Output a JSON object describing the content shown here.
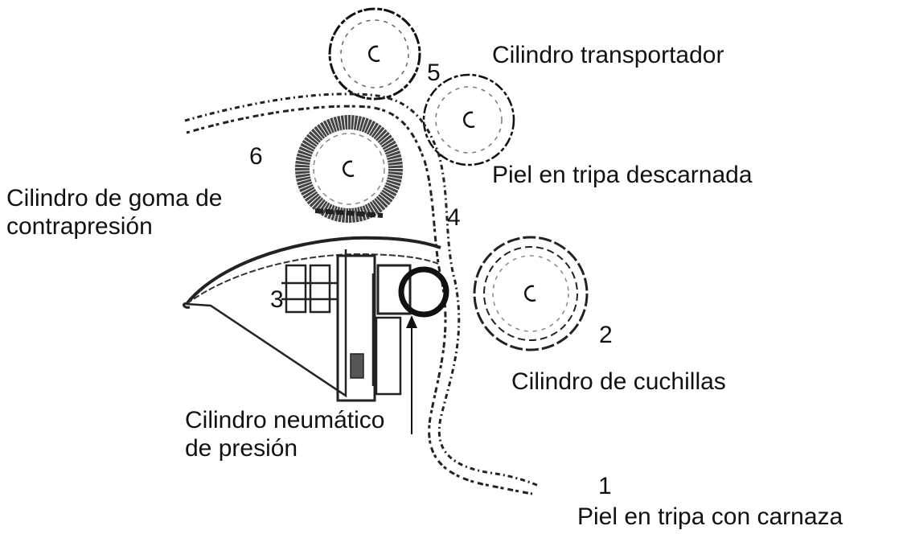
{
  "labels": {
    "cilindro_transportador": "Cilindro transportador",
    "piel_descarnada": "Piel en tripa descarnada",
    "cilindro_goma_line1": "Cilindro de goma de",
    "cilindro_goma_line2": "contrapresión",
    "cilindro_cuchillas": "Cilindro de cuchillas",
    "cilindro_neumatico_line1": "Cilindro neumático",
    "cilindro_neumatico_line2": "de presión",
    "piel_carnaza": "Piel en tripa con carnaza"
  },
  "numbers": {
    "n1": "1",
    "n2": "2",
    "n3": "3",
    "n4": "4",
    "n5": "5",
    "n6": "6"
  },
  "colors": {
    "ink": "#111111",
    "rubber": "#555555"
  }
}
